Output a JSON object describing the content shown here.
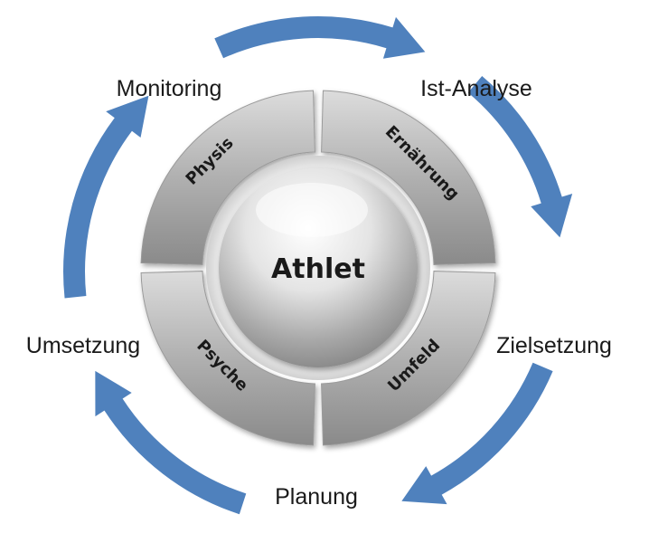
{
  "center": {
    "label": "Athlet"
  },
  "segments": [
    {
      "label": "Physis"
    },
    {
      "label": "Ernährung"
    },
    {
      "label": "Umfeld"
    },
    {
      "label": "Psyche"
    }
  ],
  "cycle": [
    {
      "label": "Ist-Analyse"
    },
    {
      "label": "Zielsetzung"
    },
    {
      "label": "Planung"
    },
    {
      "label": "Umsetzung"
    },
    {
      "label": "Monitoring"
    }
  ],
  "colors": {
    "arrow": "#4f81bd",
    "ring": "#a6a6a6",
    "text": "#1a1a1a"
  }
}
